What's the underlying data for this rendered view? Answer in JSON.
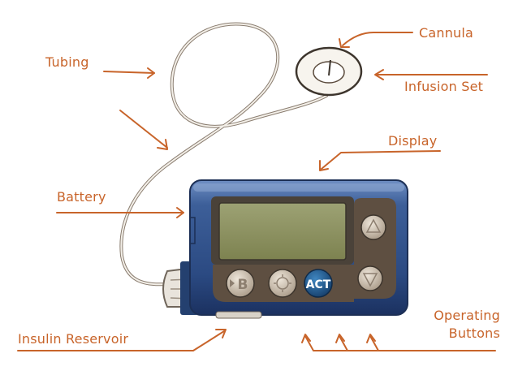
{
  "labels": {
    "cannula": "Cannula",
    "infusion_set": "Infusion Set",
    "tubing": "Tubing",
    "display": "Display",
    "battery": "Battery",
    "insulin_reservoir": "Insulin Reservoir",
    "operating_buttons_line1": "Operating",
    "operating_buttons_line2": "Buttons"
  },
  "device": {
    "button_b_label": "B",
    "button_act_label": "ACT"
  },
  "colors": {
    "annotation": "#c8642a",
    "pump_body": "#2e4e86",
    "screen": "#8a8f5c",
    "button_panel": "#5a4a3c",
    "act_button": "#1f5a8c"
  }
}
